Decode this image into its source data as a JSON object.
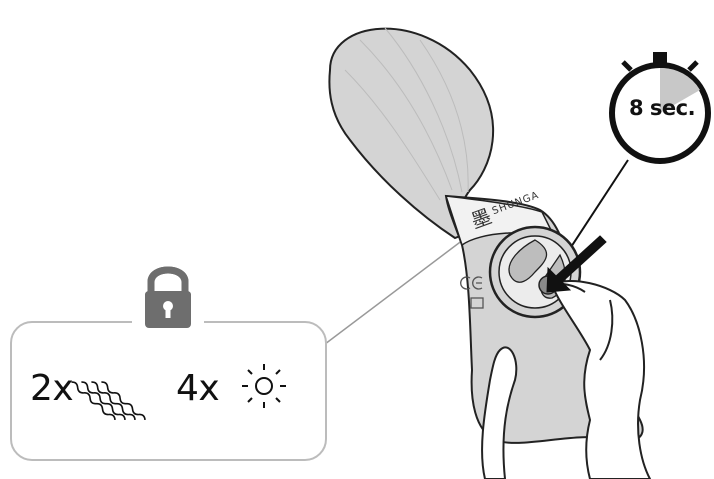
{
  "timer": {
    "label": "8 sec.",
    "elapsed_fraction": 0.14
  },
  "lock_panel": {
    "vibration_count": "2x",
    "light_count": "4x",
    "icons": [
      "lock-icon",
      "vibration-icon",
      "light-icon"
    ]
  },
  "device": {
    "brand": "SHUNGA",
    "brand_logo": "墨",
    "marks": [
      "CE",
      "WEEE"
    ]
  },
  "colors": {
    "device_body": "#d4d4d4",
    "outline": "#222222",
    "panel_border": "#bcbcbc",
    "lock": "#6e6e6e",
    "timer_wedge": "#c8c8c8"
  }
}
